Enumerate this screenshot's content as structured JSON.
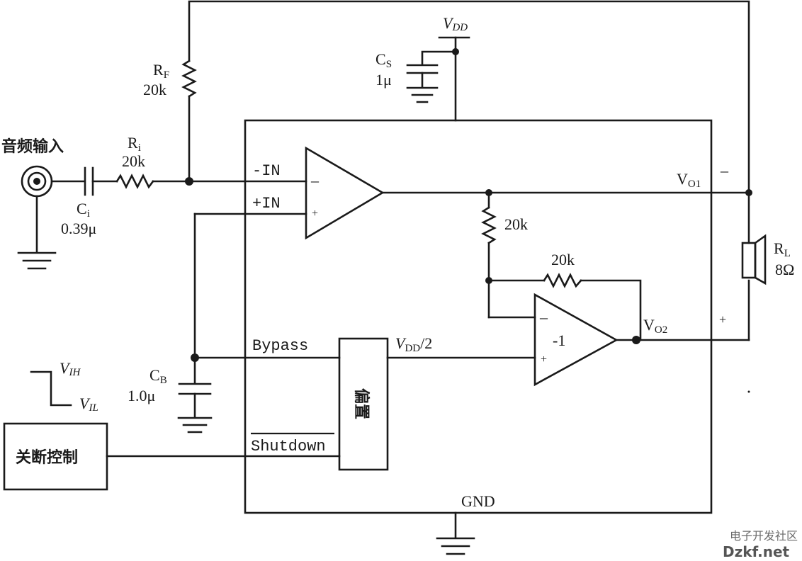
{
  "labels": {
    "audio_input": "音频输入",
    "ci_name": "C",
    "ci_sub": "i",
    "ci_value": "0.39μ",
    "ri_name": "R",
    "ri_sub": "i",
    "ri_value": "20k",
    "rf_name": "R",
    "rf_sub": "F",
    "rf_value": "20k",
    "cs_name": "C",
    "cs_sub": "S",
    "cs_value": "1μ",
    "vdd_top": "V",
    "vdd_top_sub": "DD",
    "cb_name": "C",
    "cb_sub": "B",
    "cb_value": "1.0μ",
    "vih": "V",
    "vih_sub": "IH",
    "vil": "V",
    "vil_sub": "IL",
    "shutdown_control": "关断控制",
    "pin_minus_in": "-IN",
    "pin_plus_in": "+IN",
    "pin_bypass": "Bypass",
    "pin_shutdown": "Shutdown",
    "bias_block": "偏置",
    "vdd_half_v": "V",
    "vdd_half_sub": "DD",
    "vdd_half_suffix": "/2",
    "r_feedback_1": "20k",
    "r_feedback_2": "20k",
    "inverter_gain": "-1",
    "vo1": "V",
    "vo1_sub": "O1",
    "vo2": "V",
    "vo2_sub": "O2",
    "rl_name": "R",
    "rl_sub": "L",
    "rl_value": "8Ω",
    "out_minus": "–",
    "out_plus": "+",
    "opamp_minus": "–",
    "opamp_plus": "+",
    "gnd": "GND"
  },
  "watermark": {
    "line1": "电子开发社区",
    "line2": "Dzkf.net"
  }
}
